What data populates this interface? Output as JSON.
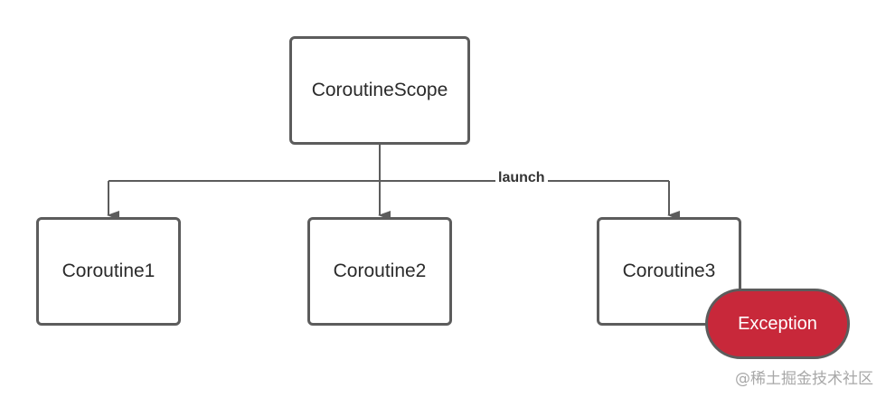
{
  "diagram": {
    "root": {
      "label": "CoroutineScope"
    },
    "edge_label": "launch",
    "children": [
      {
        "label": "Coroutine1"
      },
      {
        "label": "Coroutine2"
      },
      {
        "label": "Coroutine3"
      }
    ],
    "exception": {
      "label": "Exception"
    }
  },
  "colors": {
    "stroke": "#5c5c5c",
    "exception_fill": "#c8283a",
    "text": "#2b2b2b"
  },
  "watermark": "@稀土掘金技术社区"
}
